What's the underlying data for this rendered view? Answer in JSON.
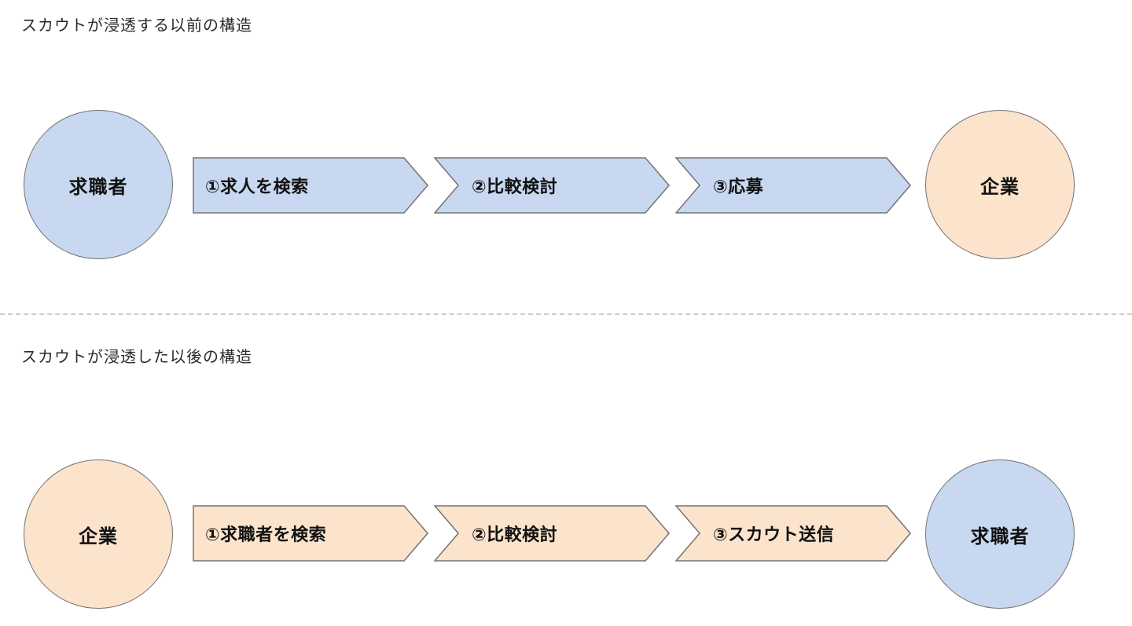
{
  "colors": {
    "blue_fill": "#c8d8f0",
    "orange_fill": "#fbe3cc",
    "shape_stroke": "#737373",
    "divider": "#cccccc",
    "text": "#111111"
  },
  "sections": {
    "before": {
      "title": "スカウトが浸透する以前の構造",
      "left_circle": "求職者",
      "right_circle": "企業",
      "steps": [
        "①求人を検索",
        "②比較検討",
        "③応募"
      ]
    },
    "after": {
      "title": "スカウトが浸透した以後の構造",
      "left_circle": "企業",
      "right_circle": "求職者",
      "steps": [
        "①求職者を検索",
        "②比較検討",
        "③スカウト送信"
      ]
    }
  }
}
